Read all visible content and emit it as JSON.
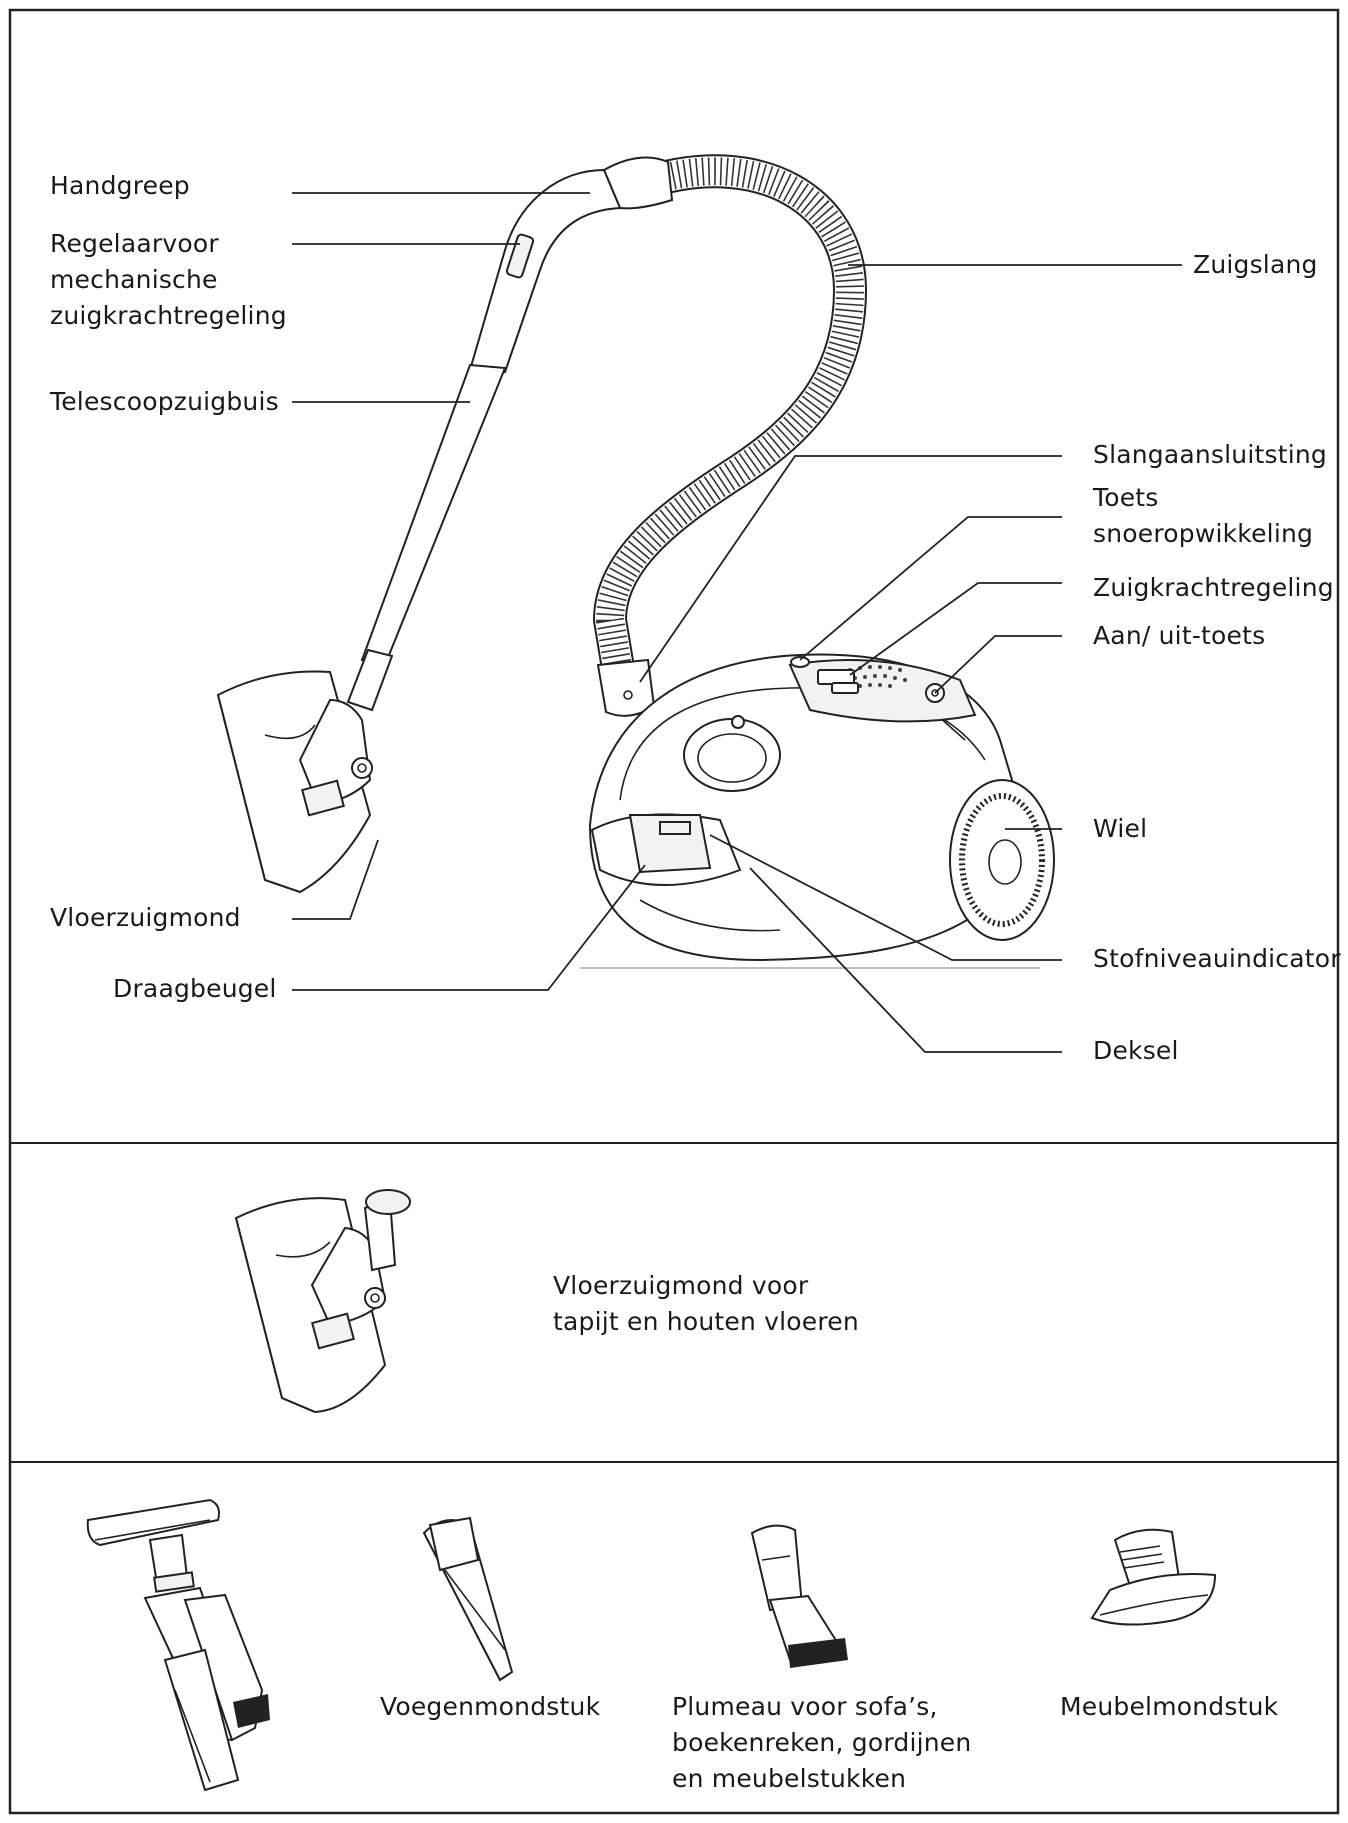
{
  "main_diagram": {
    "labels": {
      "handgreep": "Handgreep",
      "regelaar": "Regelaarvoor\nmechanische\nzuigkrachtregeling",
      "telescoop": "Telescoopzuigbuis",
      "vloerzuigmond": "Vloerzuigmond",
      "draagbeugel": "Draagbeugel",
      "zuigslang": "Zuigslang",
      "slangaansluitsting": "Slangaansluitsting",
      "toets_snoer": "Toets\nsnoeropwikkeling",
      "zuigkrachtregeling": "Zuigkrachtregeling",
      "aan_uit": "Aan/ uit-toets",
      "wiel": "Wiel",
      "stofniveau": "Stofniveauindicator",
      "deksel": "Deksel"
    }
  },
  "floor_nozzle_section": {
    "caption": "Vloerzuigmond voor\ntapijt en houten vloeren"
  },
  "accessories": {
    "items": [
      {
        "label": "",
        "icon": "combination-brush-icon"
      },
      {
        "label": "Voegenmondstuk",
        "icon": "crevice-nozzle-icon"
      },
      {
        "label": "Plumeau voor sofa’s,\nboekenreken, gordijnen\nen meubelstukken",
        "icon": "dusting-brush-icon"
      },
      {
        "label": "Meubelmondstuk",
        "icon": "upholstery-nozzle-icon"
      }
    ]
  },
  "colors": {
    "ink": "#222222",
    "background": "#ffffff",
    "panel_light": "#f2f2f2"
  }
}
